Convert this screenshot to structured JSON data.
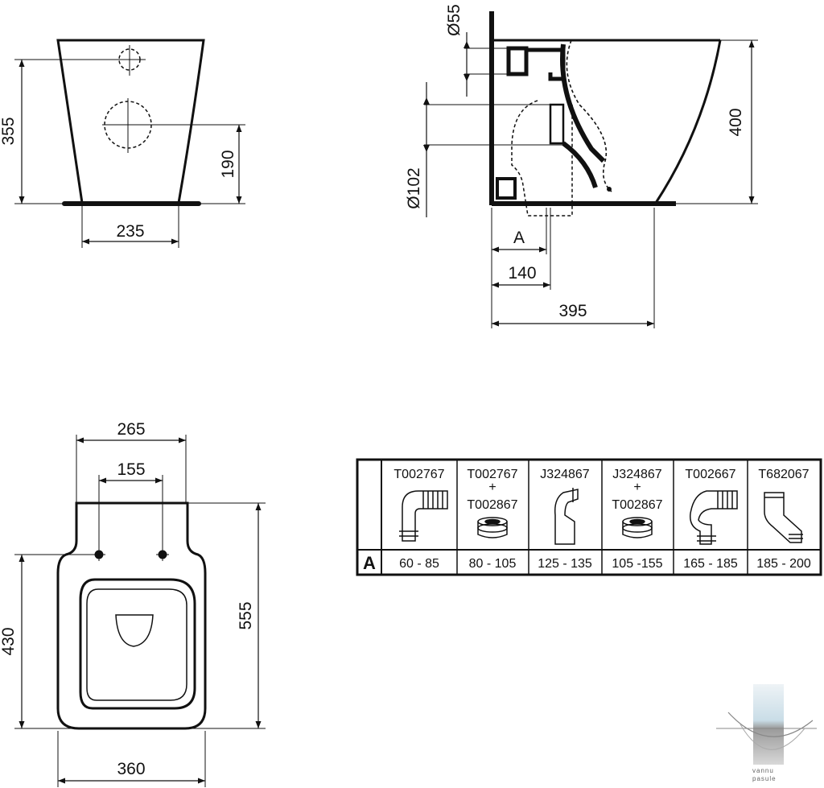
{
  "front_view": {
    "height_label": "355",
    "inlet_height_label": "190",
    "base_width_label": "235"
  },
  "side_view": {
    "supply_diameter_label": "Ø55",
    "outlet_diameter_label": "Ø102",
    "height_label": "400",
    "a_label": "A",
    "outlet_distance_label": "140",
    "depth_label": "395"
  },
  "top_view": {
    "top_width_label": "265",
    "hole_spacing_label": "155",
    "overall_width_label": "360",
    "depth_label": "555",
    "hole_to_front_label": "430"
  },
  "connector_table": {
    "row_label": "A",
    "columns": [
      {
        "code_lines": [
          "T002767"
        ],
        "range": "60 - 85"
      },
      {
        "code_lines": [
          "T002767",
          "+",
          "T002867"
        ],
        "range": "80 - 105"
      },
      {
        "code_lines": [
          "J324867"
        ],
        "range": "125 - 135"
      },
      {
        "code_lines": [
          "J324867",
          "+",
          "T002867"
        ],
        "range": "105 -155"
      },
      {
        "code_lines": [
          "T002667"
        ],
        "range": "165 - 185"
      },
      {
        "code_lines": [
          "T682067"
        ],
        "range": "185 - 200"
      }
    ]
  },
  "watermark": {
    "lines": [
      "vannu",
      "pasule"
    ]
  }
}
